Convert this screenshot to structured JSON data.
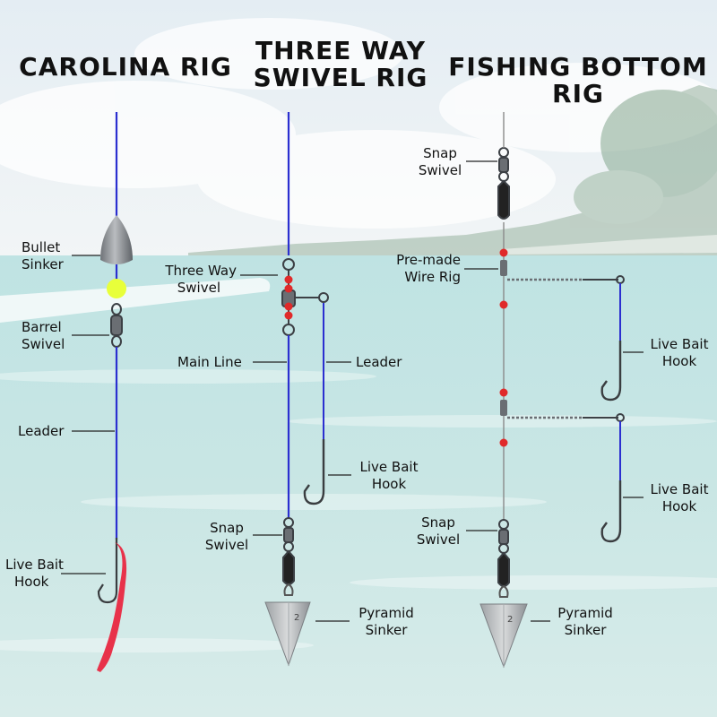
{
  "colors": {
    "line": "#2b2fd0",
    "wire": "#8a8a8a",
    "bead_red": "#e02a2a",
    "bead_yellow": "#e8ff3a",
    "lure": "#e8324a",
    "metal": "#555a60",
    "text": "#111111"
  },
  "icons": [
    "bullet-sinker-icon",
    "barrel-swivel-icon",
    "three-way-swivel-icon",
    "snap-swivel-icon",
    "live-bait-hook-icon",
    "pyramid-sinker-icon",
    "soft-lure-icon"
  ],
  "carolina": {
    "title": "CAROLINA RIG",
    "labels": {
      "bullet_sinker": [
        "Bullet",
        "Sinker"
      ],
      "barrel_swivel": [
        "Barrel",
        "Swivel"
      ],
      "leader": "Leader",
      "live_bait_hook": [
        "Live Bait",
        "Hook"
      ]
    }
  },
  "three_way": {
    "title_lines": [
      "THREE WAY",
      "SWIVEL RIG"
    ],
    "labels": {
      "three_way_swivel": [
        "Three Way",
        "Swivel"
      ],
      "main_line": "Main Line",
      "leader": "Leader",
      "live_bait_hook": [
        "Live Bait",
        "Hook"
      ],
      "snap_swivel": [
        "Snap",
        "Swivel"
      ],
      "pyramid_sinker": [
        "Pyramid",
        "Sinker"
      ],
      "sinker_number": "2"
    }
  },
  "bottom": {
    "title_lines": [
      "FISHING BOTTOM",
      "RIG"
    ],
    "labels": {
      "snap_swivel_top": [
        "Snap",
        "Swivel"
      ],
      "premade_wire_rig": [
        "Pre-made",
        "Wire Rig"
      ],
      "live_bait_hook_1": [
        "Live Bait",
        "Hook"
      ],
      "live_bait_hook_2": [
        "Live Bait",
        "Hook"
      ],
      "snap_swivel_bottom": [
        "Snap",
        "Swivel"
      ],
      "pyramid_sinker": [
        "Pyramid",
        "Sinker"
      ],
      "sinker_number": "2"
    }
  }
}
